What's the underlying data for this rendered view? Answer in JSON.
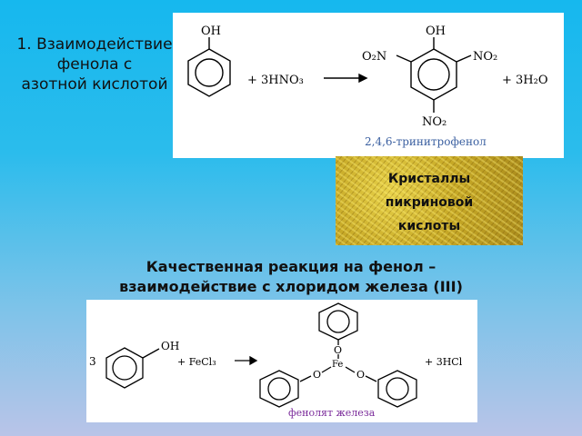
{
  "slide": {
    "left_title": [
      "1. Взаимодействие",
      "фенола с",
      "азотной кислотой"
    ],
    "crystals_caption": [
      "Кристаллы",
      "пикриновой",
      "кислоты"
    ],
    "heading": [
      "Качественная реакция на фенол –",
      "взаимодействие с хлоридом железа (III)"
    ]
  },
  "reaction1": {
    "oh_label": "OH",
    "reagent": "+ 3HNO₃",
    "oh_product": "OH",
    "no2_left": "O₂N",
    "no2_right": "NO₂",
    "no2_bottom": "NO₂",
    "byproduct": "+ 3H₂O",
    "product_name": "2,4,6-тринитрофенол"
  },
  "reaction2": {
    "coefficient": "3",
    "oh_label": "OH",
    "reagent": "+ FeCl₃",
    "fe_label": "Fe",
    "o_top": "O",
    "o_left": "O",
    "o_right": "O",
    "byproduct": "+ 3HCl",
    "product_name": "фенолят железа"
  },
  "colors": {
    "background_top": "#16b8ee",
    "background_bottom": "#b9c4e8",
    "product_name_top": "#3a5fa0",
    "product_name_bottom": "#7a2a9a"
  }
}
